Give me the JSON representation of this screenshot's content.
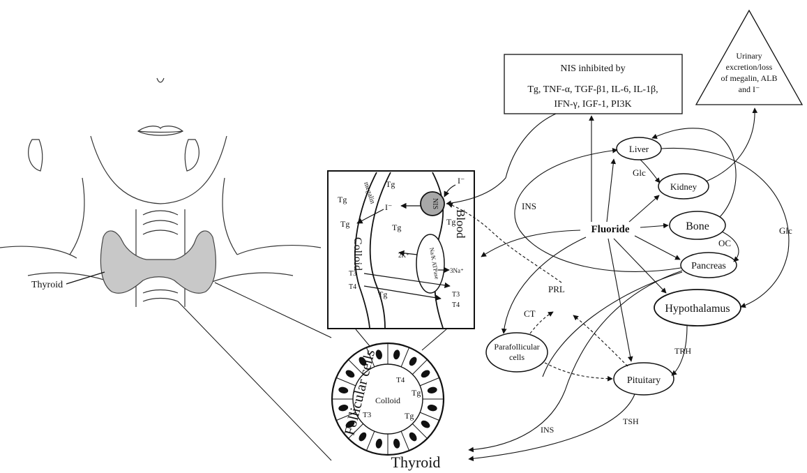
{
  "anatomy": {
    "thyroid_label": "Thyroid"
  },
  "follicle": {
    "side_label": "Follicular cells",
    "colloid": "Colloid",
    "t4": "T4",
    "t3": "T3",
    "tg_top": "Tg",
    "tg_bottom": "Tg"
  },
  "cell_zoom": {
    "tg1": "Tg",
    "tg2": "Tg",
    "tg3": "Tg",
    "tg4": "Tg",
    "tg5": "Tg",
    "tg6": "Tg",
    "iodide_in": "I⁻",
    "iodide_out": "I⁻",
    "nis": "NIS",
    "megalin": "megalin",
    "colloid": "Colloid",
    "blood": "Blood",
    "atpase": "Na/K ATPase",
    "k_ion": "2K⁺",
    "na_ion": "3Na⁺",
    "t3_left": "T3",
    "t4_left": "T4",
    "t3_right": "T3",
    "t4_right": "T4"
  },
  "nis_box": {
    "title": "NIS inhibited by",
    "line1": "Tg, TNF-α, TGF-β1, IL-6, IL-1β,",
    "line2": "IFN-γ, IGF-1, PI3K"
  },
  "triangle": {
    "line1": "Urinary",
    "line2": "excretion/loss",
    "line3": "of megalin, ALB",
    "line4": "and I⁻"
  },
  "nodes": {
    "fluoride": "Fluoride",
    "liver": "Liver",
    "kidney": "Kidney",
    "bone": "Bone",
    "pancreas": "Pancreas",
    "hypothalamus": "Hypothalamus",
    "pituitary": "Pituitary",
    "parafollicular_1": "Parafollicular",
    "parafollicular_2": "cells",
    "thyroid": "Thyroid"
  },
  "edges": {
    "ins_top": "INS",
    "glc_left": "Glc",
    "glc_right": "Glc",
    "oc": "OC",
    "prl": "PRL",
    "ct": "CT",
    "trh": "TRH",
    "tsh": "TSH",
    "ins_bottom": "INS"
  }
}
